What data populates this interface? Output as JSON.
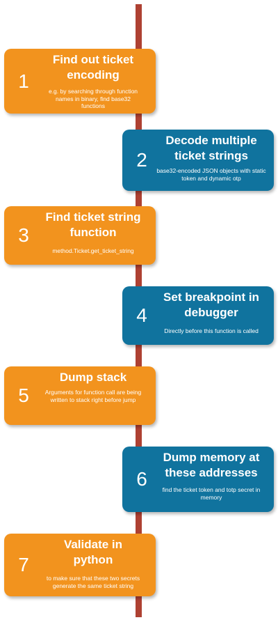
{
  "colors": {
    "orange": "#f2931e",
    "blue": "#10739e",
    "timeline": "#ae4132"
  },
  "steps": [
    {
      "number": "1",
      "title": "Find out ticket encoding",
      "description": "e.g. by searching through function names in binary, find base32 functions"
    },
    {
      "number": "2",
      "title": "Decode multiple ticket strings",
      "description": "base32-encoded JSON objects with static token and dynamic otp"
    },
    {
      "number": "3",
      "title": "Find ticket string function",
      "description": "method.Ticket.get_ticket_string"
    },
    {
      "number": "4",
      "title": "Set breakpoint in debugger",
      "description": "Directly before this function is called"
    },
    {
      "number": "5",
      "title": "Dump stack",
      "description": "Arguments for function call are being written to stack right before jump"
    },
    {
      "number": "6",
      "title": "Dump memory at these addresses",
      "description": "find the ticket token and totp secret in memory"
    },
    {
      "number": "7",
      "title": "Validate in python",
      "description": "to make sure that these two secrets generate the same ticket string"
    }
  ]
}
